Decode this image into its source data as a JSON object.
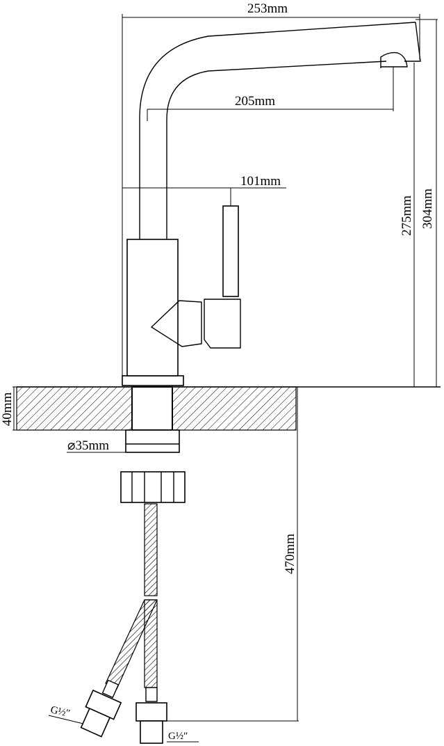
{
  "drawing": {
    "dimensions": {
      "overall_reach": "253mm",
      "spout_reach": "205mm",
      "handle_offset": "101mm",
      "overall_height": "304mm",
      "spout_height": "275mm",
      "max_countertop": "40mm",
      "hole_diameter": "⌀35mm",
      "hose_length": "470mm"
    },
    "thread_labels": {
      "left": "G½″",
      "right": "G½″"
    }
  }
}
